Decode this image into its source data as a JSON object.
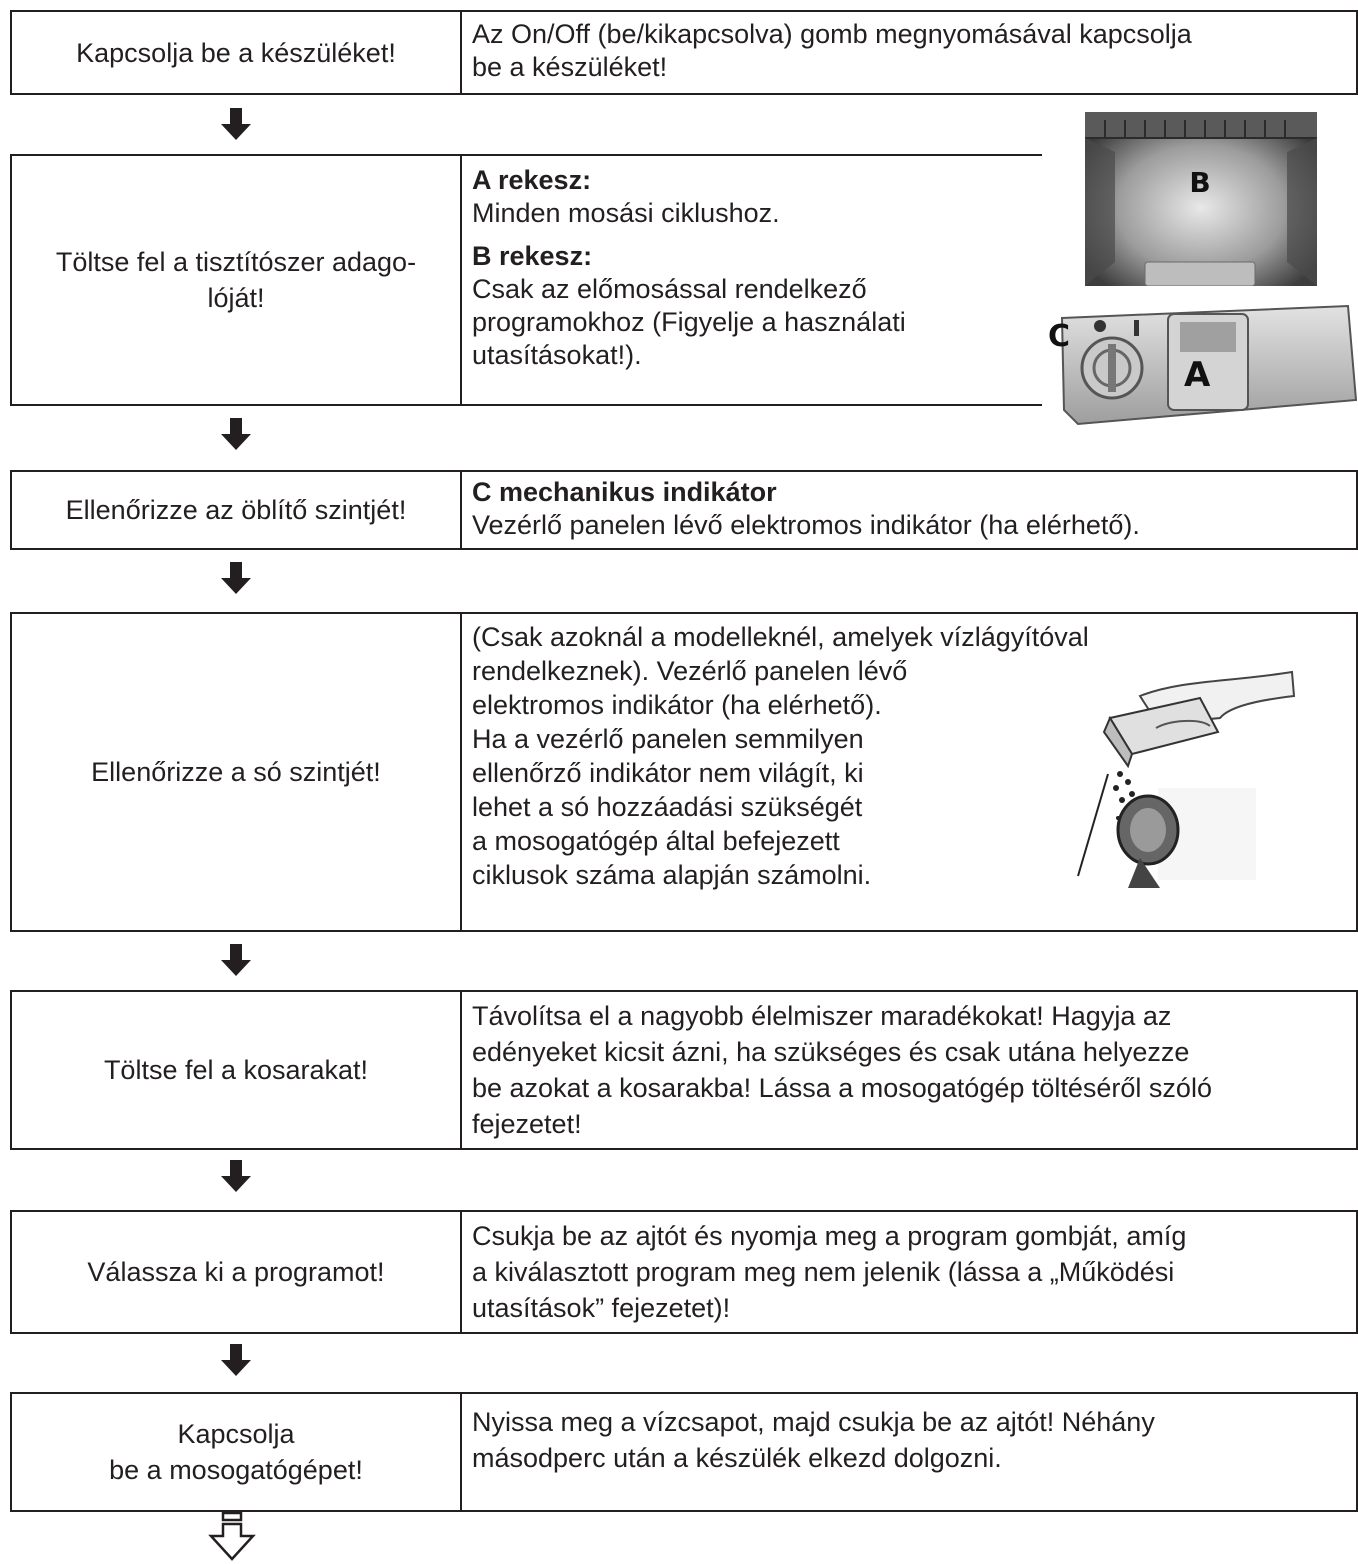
{
  "steps": [
    {
      "action": "Kapcsolja be a készüléket!",
      "desc": "Az On/Off (be/kikapcsolva) gomb megnyomásával kapcsolja\nbe a készüléket!"
    },
    {
      "action": "Töltse fel a tisztítószer adago-\nlóját!",
      "a_title": "A rekesz:",
      "a_text": "Minden mosási ciklushoz.",
      "b_title": "B rekesz:",
      "b_text": "Csak az előmosással rendelkező\nprogramokhoz (Figyelje a használati\nutasításokat!).",
      "label_b": "B",
      "label_c": "C",
      "label_a": "A"
    },
    {
      "action": "Ellenőrizze az öblítő szintjét!",
      "title": "C mechanikus indikátor",
      "desc": "Vezérlő panelen lévő elektromos indikátor (ha elérhető)."
    },
    {
      "action": "Ellenőrizze a só szintjét!",
      "desc_first": "(Csak azoknál a modelleknél, amelyek vízlágyítóval",
      "desc_rest": "rendelkeznek). Vezérlő panelen lévő\nelektromos indikátor (ha elérhető).\nHa a vezérlő panelen semmilyen\nellenőrző indikátor nem világít, ki\nlehet a só hozzáadási szükségét\na mosogatógép által befejezett\nciklusok száma alapján számolni."
    },
    {
      "action": "Töltse fel a kosarakat!",
      "desc": "Távolítsa el a nagyobb élelmiszer maradékokat! Hagyja az\nedényeket kicsit ázni, ha szükséges és csak utána helyezze\nbe azokat a kosarakba! Lássa a mosogatógép töltéséről szóló\nfejezetet!"
    },
    {
      "action": "Válassza ki a programot!",
      "desc": "Csukja be az ajtót és nyomja meg a program gombját, amíg\na kiválasztott program meg nem jelenik (lássa a „Működési\nutasítások” fejezetet)!"
    },
    {
      "action": "Kapcsolja\nbe a mosogatógépet!",
      "desc": "Nyissa meg a vízcsapot, majd csukja be az ajtót! Néhány\nmásodperc után a készülék elkezd dolgozni."
    }
  ],
  "colors": {
    "line": "#231f20",
    "background": "#ffffff"
  },
  "icons": {
    "step_arrow": "arrow-down-icon",
    "end_arrow": "outline-arrow-down-icon"
  }
}
